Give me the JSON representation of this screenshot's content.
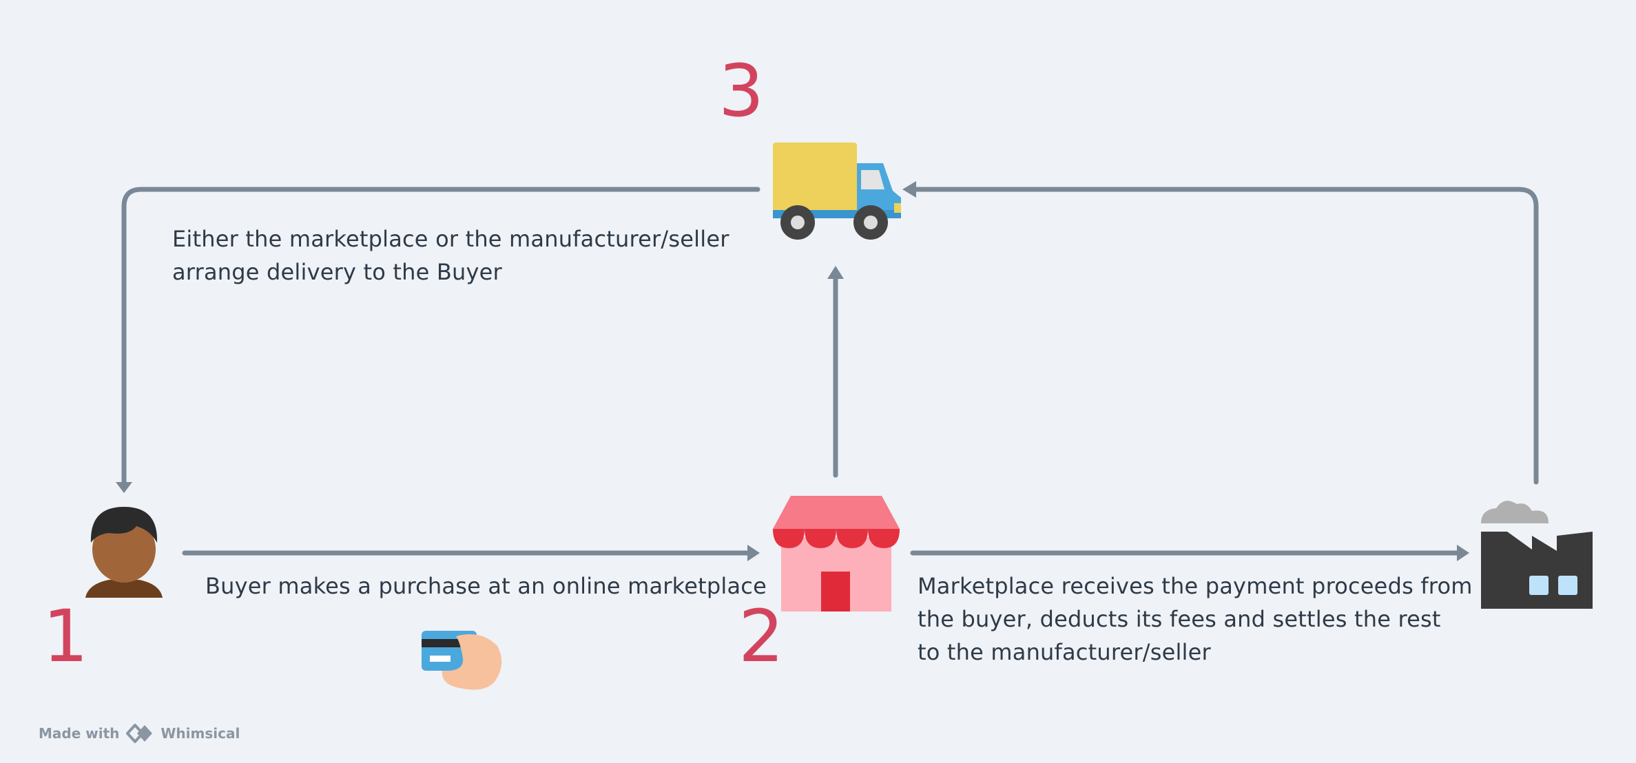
{
  "steps": {
    "step1": "1",
    "step2": "2",
    "step3": "3"
  },
  "labels": {
    "delivery": [
      "Either the marketplace or the manufacturer/seller",
      "arrange delivery to the Buyer"
    ],
    "purchase": "Buyer makes a purchase at an online marketplace",
    "settlement": [
      "Marketplace receives the payment proceeds from",
      "the buyer, deducts its fees and settles the rest",
      "to the manufacturer/seller"
    ]
  },
  "icons": [
    "buyer-icon",
    "store-icon",
    "truck-icon",
    "factory-icon",
    "card-payment-icon"
  ],
  "footer": {
    "made_with": "Made with",
    "brand_name": "Whimsical"
  },
  "colors": {
    "accent_number": "#d2445e",
    "arrow": "#7a8896",
    "text": "#2e3a48",
    "background": "#eff2f6"
  }
}
